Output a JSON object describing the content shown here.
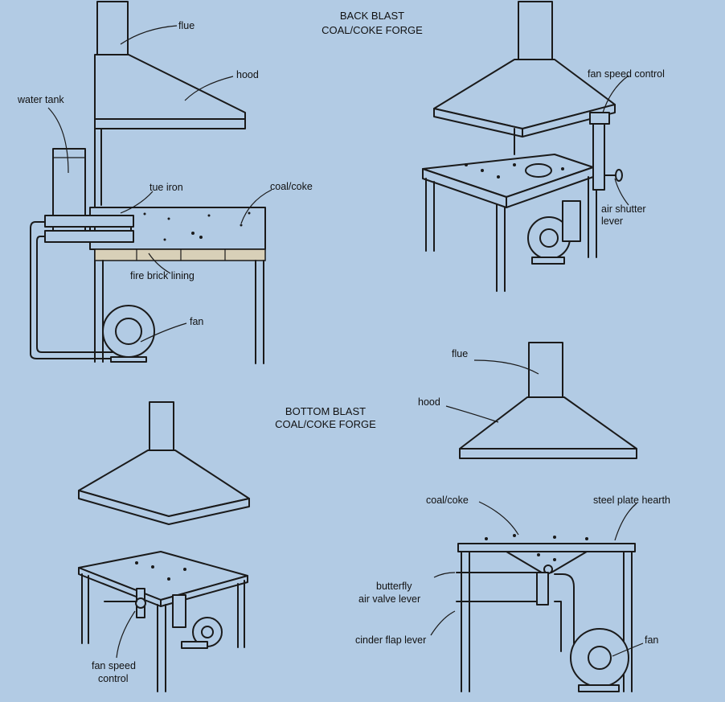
{
  "titles": {
    "back_blast": [
      "BACK BLAST",
      "COAL/COKE FORGE"
    ],
    "bottom_blast": [
      "BOTTOM BLAST",
      "COAL/COKE FORGE"
    ]
  },
  "side_view_back_blast": {
    "flue": "flue",
    "hood": "hood",
    "water_tank": "water tank",
    "tue_iron": "tue iron",
    "coal_coke": "coal/coke",
    "fire_brick_lining": "fire brick lining",
    "fan": "fan"
  },
  "perspective_back_blast": {
    "fan_speed_control": "fan speed control",
    "air_shutter_lever": [
      "air shutter",
      "lever"
    ]
  },
  "perspective_bottom_blast": {
    "fan_speed_control": [
      "fan speed",
      "control"
    ]
  },
  "side_view_bottom_blast": {
    "flue": "flue",
    "hood": "hood",
    "coal_coke": "coal/coke",
    "steel_plate_hearth": "steel plate hearth",
    "butterfly_air_valve_lever": [
      "butterfly",
      "air valve lever"
    ],
    "cinder_flap_lever": "cinder flap lever",
    "fan": "fan"
  }
}
